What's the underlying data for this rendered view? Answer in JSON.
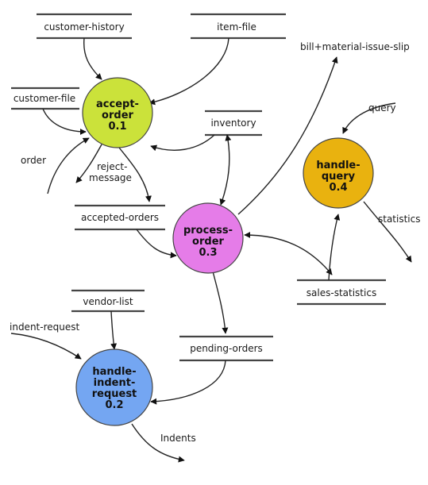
{
  "colors": {
    "accept_order": "#cbe23a",
    "handle_indent": "#74a6f2",
    "process_order": "#e57ce8",
    "handle_query": "#e9b20f"
  },
  "processes": {
    "accept_order": {
      "line1": "accept-",
      "line2": "order",
      "number": "0.1"
    },
    "handle_indent": {
      "line1": "handle-",
      "line2": "indent-",
      "line3": "request",
      "number": "0.2"
    },
    "process_order": {
      "line1": "process-",
      "line2": "order",
      "number": "0.3"
    },
    "handle_query": {
      "line1": "handle-",
      "line2": "query",
      "number": "0.4"
    }
  },
  "stores": {
    "customer_history": "customer-history",
    "item_file": "item-file",
    "customer_file": "customer-file",
    "inventory": "inventory",
    "accepted_orders": "accepted-orders",
    "vendor_list": "vendor-list",
    "pending_orders": "pending-orders",
    "sales_statistics": "sales-statistics",
    "bill_material": "bill+material-issue-slip"
  },
  "flows": {
    "order": "order",
    "reject_message_1": "reject-",
    "reject_message_2": "message",
    "query": "query",
    "statistics": "statistics",
    "indent_request": "indent-request",
    "indents": "Indents"
  }
}
